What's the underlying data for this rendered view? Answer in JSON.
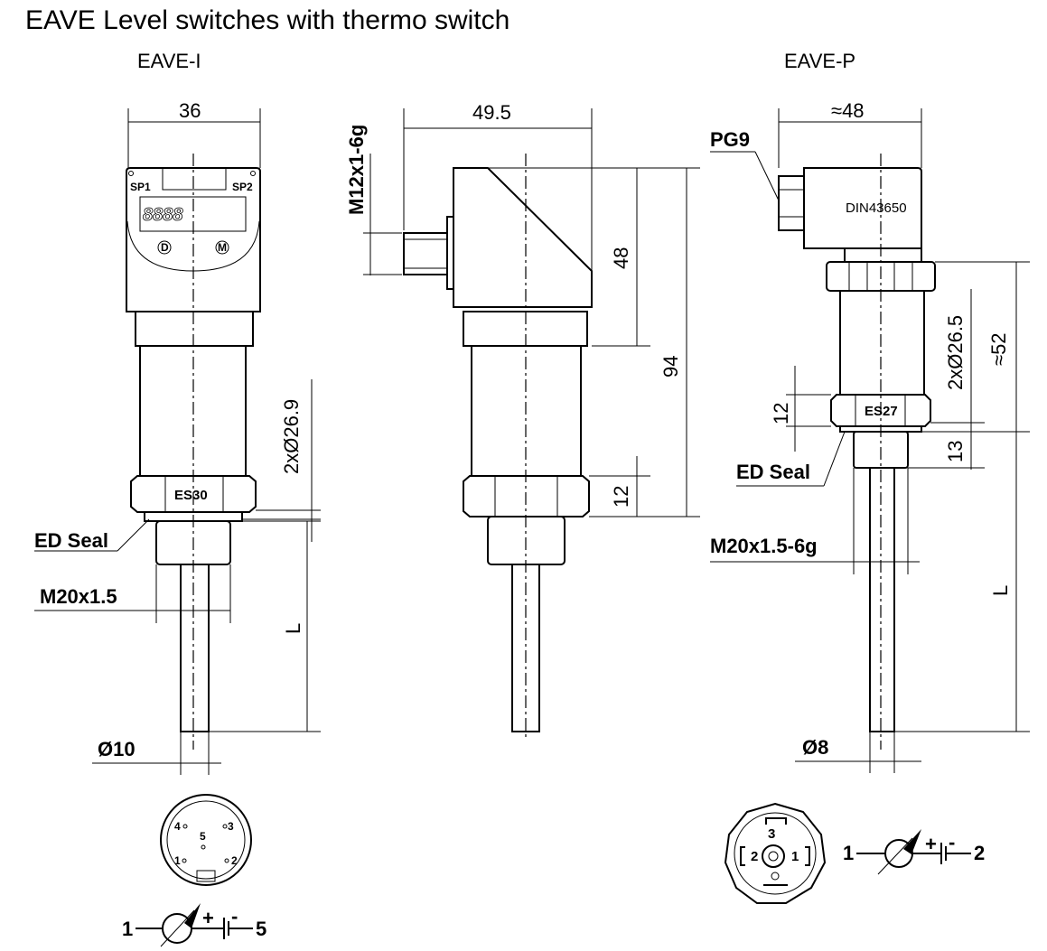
{
  "title": "EAVE Level switches with thermo switch",
  "views": {
    "eave_i": {
      "label": "EAVE-I",
      "width_dim": "36",
      "sp1": "SP1",
      "sp2": "SP2",
      "display": "8888",
      "button_d": "D",
      "button_m": "M",
      "hex_label": "ES30",
      "diameter_dim": "2xØ26.9",
      "seal_label": "ED Seal",
      "thread_label": "M20x1.5",
      "length_dim": "L",
      "rod_dim": "Ø10",
      "pins": {
        "p1": "1",
        "p2": "2",
        "p3": "3",
        "p4": "4",
        "p5": "5"
      },
      "symbol": {
        "left": "1",
        "plus": "+",
        "minus": "-",
        "right": "5"
      }
    },
    "side": {
      "connector_dim": "M12x1-6g",
      "width_dim": "49.5",
      "head_dim": "48",
      "total_dim": "94",
      "hex_dim": "12"
    },
    "eave_p": {
      "label": "EAVE-P",
      "width_dim": "≈48",
      "gland_label": "PG9",
      "connector_label": "DIN43650",
      "hex_label": "ES27",
      "hex_dim": "12",
      "diameter_dim": "2xØ26.5",
      "height_dim": "≈52",
      "seal_label": "ED Seal",
      "thread_dim": "13",
      "thread_label": "M20x1.5-6g",
      "length_dim": "L",
      "rod_dim": "Ø8",
      "pins": {
        "p1": "1",
        "p2": "2",
        "p3": "3"
      },
      "symbol": {
        "left": "1",
        "plus": "+",
        "minus": "-",
        "right": "2"
      }
    }
  }
}
